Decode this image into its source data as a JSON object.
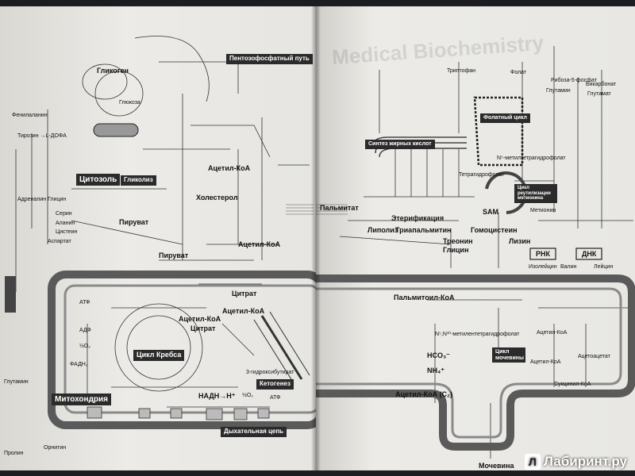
{
  "left": {
    "glycogen": "Гликоген",
    "glucose": "Глюкоза",
    "pentose": "Пентозофосфатный путь",
    "phenylalanine": "Фенилаланин",
    "tyrosine_dopa": "Тирозин →L-ДОФА",
    "cytosol": "Цитозоль",
    "glycolysis": "Гликолиз",
    "acetyl_coa": "Ацетил-КоА",
    "cholesterol": "Холестерол",
    "adrenaline_glycine": "Адреналин Глицин",
    "serine": "Серин",
    "alanine": "Аланин",
    "cysteine": "Цистеин",
    "pyruvate": "Пируват",
    "aspartate": "Аспартат",
    "pyruvate2": "Пируват",
    "acetyl_coa2": "Ацетил-КоА",
    "citrate": "Цитрат",
    "acetyl_coa3": "Ацетил-КоА",
    "acetyl_coa4": "Ацетил-КоА",
    "citrate2": "Цитрат",
    "atp": "АТФ",
    "adp": "АДФ",
    "o2": "½O₂",
    "fadh": "ФАДН₂",
    "krebs": "Цикл Кребса",
    "ketogenesis": "Кетогенез",
    "hydroxybutyrate": "3-гидроксибутират",
    "mitochondria": "Митохондрия",
    "nadh": "НАДН→H⁺",
    "o2b": "½O₂",
    "atp2": "АТФ",
    "respiratory": "Дыхательная цепь",
    "glutamine": "Глутамин",
    "proline": "Пролин",
    "ornithine": "Орнитин"
  },
  "right": {
    "tryptophan": "Триптофан",
    "folate": "Фолат",
    "ribose": "Рибоза-5-фосфат",
    "bicarbonate": "Бикарбонат",
    "glutamine": "Глутамин",
    "glutamate": "Глутамат",
    "folate_cycle": "Фолатный цикл",
    "fatty_acid": "Синтез жирных кислот",
    "methylene_thf": "N⁵-метилтетрагидрофолат",
    "thf": "Тетрагидрофолат",
    "methionine_cycle": "Цикл реутилизации метионина",
    "sam": "SAM",
    "methionine": "Метионин",
    "palmitate": "Пальмитат",
    "esterification": "Этерификация",
    "lipolysis": "Липолиз",
    "triacylglycerol": "Триапальмитин",
    "homocysteine": "Гомоцистеин",
    "threonine": "Треонин",
    "glycine": "Глицин",
    "lysine": "Лизин",
    "rna": "РНК",
    "dna": "ДНК",
    "isoleucine": "Изолейцин",
    "valine": "Валин",
    "leucine": "Лейцин",
    "palmitoyl_coa": "Пальмитоил-КоА",
    "methylene": "N⁵,N¹⁰-метилентетрагидрофолат",
    "acetyl_coa": "Ацетил-КоА",
    "acetyl_coa2": "Ацетил-КоА",
    "acetoacetate": "Ацетоацетат",
    "hco3": "HCO₃⁻",
    "nh4": "NH₄⁺",
    "urea_cycle": "Цикл мочевины",
    "succinyl": "Сукцинил-КоА",
    "acetyl_c2": "Ацетил-КоА (С₂)",
    "urea": "Мочевина",
    "cycle_label": "Цикл",
    "dna_label": "ДНК"
  },
  "ghost_title": "Medical Biochemistry",
  "watermark": "Лабиринт.ру",
  "watermark_icon": "Л"
}
